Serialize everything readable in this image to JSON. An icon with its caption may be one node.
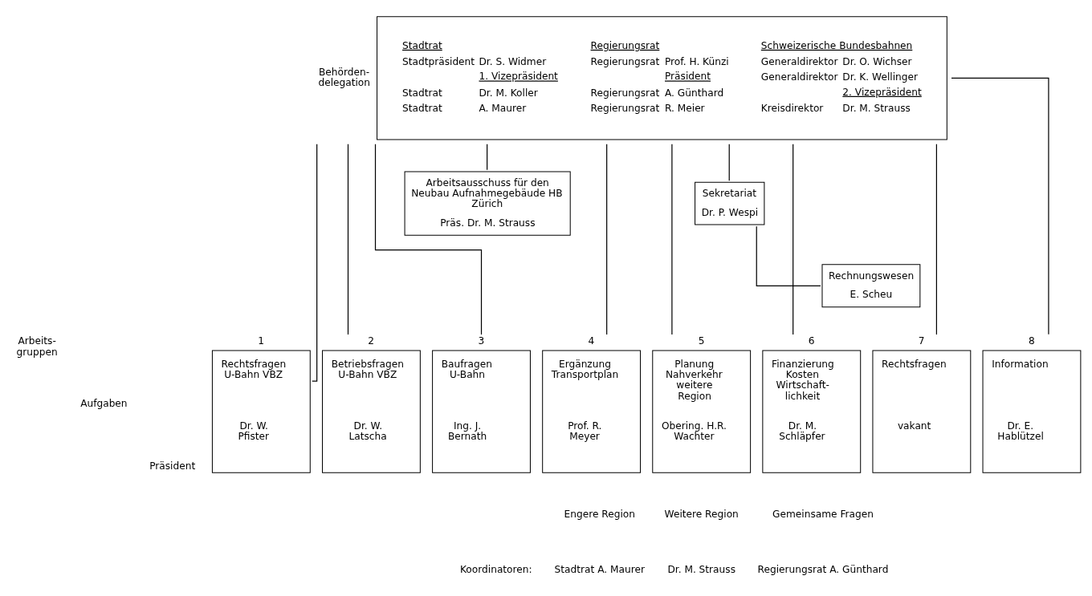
{
  "diagram": {
    "nodes": [
      {
        "text": [
          "Stadtrat",
          "Stadtpräsident",
          "Dr. S. Widmer",
          "1. Vizepräsident",
          "Stadtrat",
          "Dr. M. Koller",
          "Stadtrat",
          "A. Maurer",
          "Regierungsrat",
          "Regierungsrat",
          "Prof. H. Künzi",
          "Präsident",
          "Regierungsrat",
          "A. Günthard",
          "Regierungsrat",
          "R. Meier",
          "Schweizerische Bundesbahnen",
          "Generaldirektor",
          "Dr. O. Wichser",
          "Generaldirektor",
          "Dr. K. Wellinger",
          "2. Vizepräsident",
          "Kreisdirektor",
          "Dr. M. Strauss"
        ],
        "beside": [
          "Behörden- delegation"
        ]
      },
      {
        "text": [
          "Arbeitsausschuss für den Neubau Aufnahmegebäude HB Zürich",
          "Präs. Dr. M. Strauss"
        ]
      },
      {
        "text": [
          "Sekretariat",
          "Dr. P. Wespi"
        ]
      },
      {
        "text": [
          "Rechnungswesen",
          "E. Scheu"
        ]
      },
      {
        "text": [
          "Rechtsfragen U-Bahn VBZ",
          "Dr. W. Pfister"
        ],
        "beside": [
          "1"
        ]
      },
      {
        "text": [
          "Betriebsfragen U-Bahn VBZ",
          "Dr. W. Latscha"
        ],
        "beside": [
          "2"
        ]
      },
      {
        "text": [
          "Baufragen U-Bahn",
          "Ing. J. Bernath"
        ],
        "beside": [
          "3"
        ]
      },
      {
        "text": [
          "Ergänzung Transportplan",
          "Prof. R. Meyer"
        ],
        "beside": [
          "4"
        ]
      },
      {
        "text": [
          "Planung Nahverkehr weitere Region",
          "Obering. H.R. Wachter"
        ],
        "beside": [
          "5"
        ]
      },
      {
        "text": [
          "Finanzierung Kosten Wirtschaft- lichkeit",
          "Dr. M. Schläpfer"
        ],
        "beside": [
          "6"
        ]
      },
      {
        "text": [
          "Rechtsfragen",
          "vakant"
        ],
        "beside": [
          "7"
        ]
      },
      {
        "text": [
          "Information",
          "Dr. E. Hablützel"
        ],
        "beside": [
          "8"
        ]
      }
    ],
    "edges": [
      {
        "from": 0,
        "to": 1,
        "arrow": "none"
      },
      {
        "from": 0,
        "to": 2,
        "arrow": "none"
      },
      {
        "from": 2,
        "to": 3,
        "arrow": "none"
      },
      {
        "from": 0,
        "to": 4,
        "arrow": "none"
      },
      {
        "from": 0,
        "to": 5,
        "arrow": "none"
      },
      {
        "from": 0,
        "to": 6,
        "arrow": "none"
      },
      {
        "from": 0,
        "to": 7,
        "arrow": "none"
      },
      {
        "from": 0,
        "to": 8,
        "arrow": "none"
      },
      {
        "from": 0,
        "to": 9,
        "arrow": "none"
      },
      {
        "from": 0,
        "to": 10,
        "arrow": "none"
      },
      {
        "from": 0,
        "to": 11,
        "arrow": "none"
      }
    ],
    "labels": [
      "Arbeits- gruppen",
      "Aufgaben",
      "Präsident",
      "Engere Region",
      "Weitere Region",
      "Gemeinsame Fragen",
      "Koordinatoren:",
      "Stadtrat A. Maurer",
      "Dr. M. Strauss",
      "Regierungsrat A. Günthard"
    ]
  }
}
